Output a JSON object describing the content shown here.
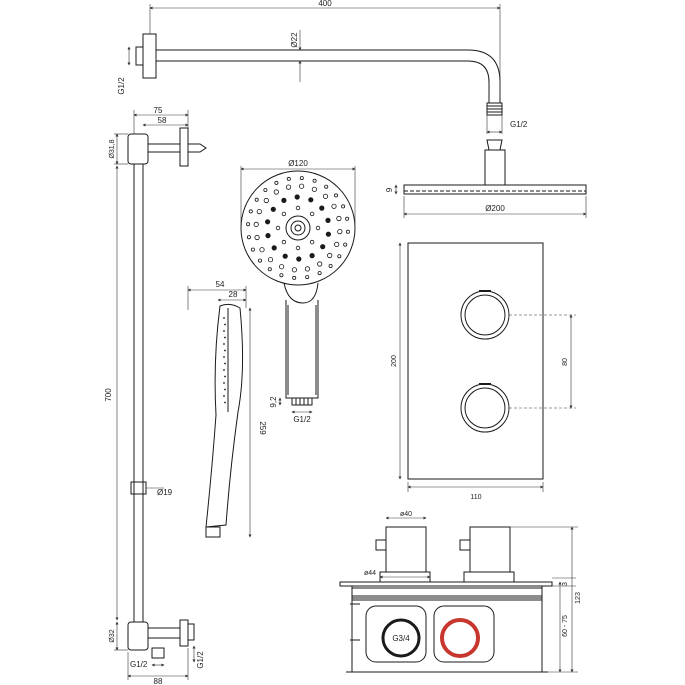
{
  "colors": {
    "line": "#1a1a1a",
    "red_port": "#c8372d",
    "dim_line": "#333333"
  },
  "shower_arm": {
    "length": "400",
    "diameter": "Ø22",
    "thread_wall": "G1/2",
    "thread_end": "G1/2"
  },
  "head_shower": {
    "height": "9",
    "diameter": "Ø200"
  },
  "riser": {
    "offset_total": "75",
    "offset_inner": "58",
    "top_bracket": "Ø31,8",
    "length": "700",
    "pipe": "Ø19",
    "bottom_bracket": "Ø32",
    "width_bottom": "88",
    "thread_left": "G1/2",
    "thread_right": "G1/2"
  },
  "hand_shower": {
    "diameter": "Ø120",
    "width": "54",
    "thickness": "28",
    "length": "259",
    "neck": "9,2",
    "thread": "G1/2"
  },
  "mixer_plate": {
    "height": "200",
    "handle_spacing": "80",
    "width": "110"
  },
  "valve_body": {
    "knob_diameter": "ø40",
    "rosette_diameter": "ø44",
    "port_label": "G3/4",
    "plate_thickness": "3",
    "depth_range": "60 - 75",
    "total_depth": "123"
  }
}
